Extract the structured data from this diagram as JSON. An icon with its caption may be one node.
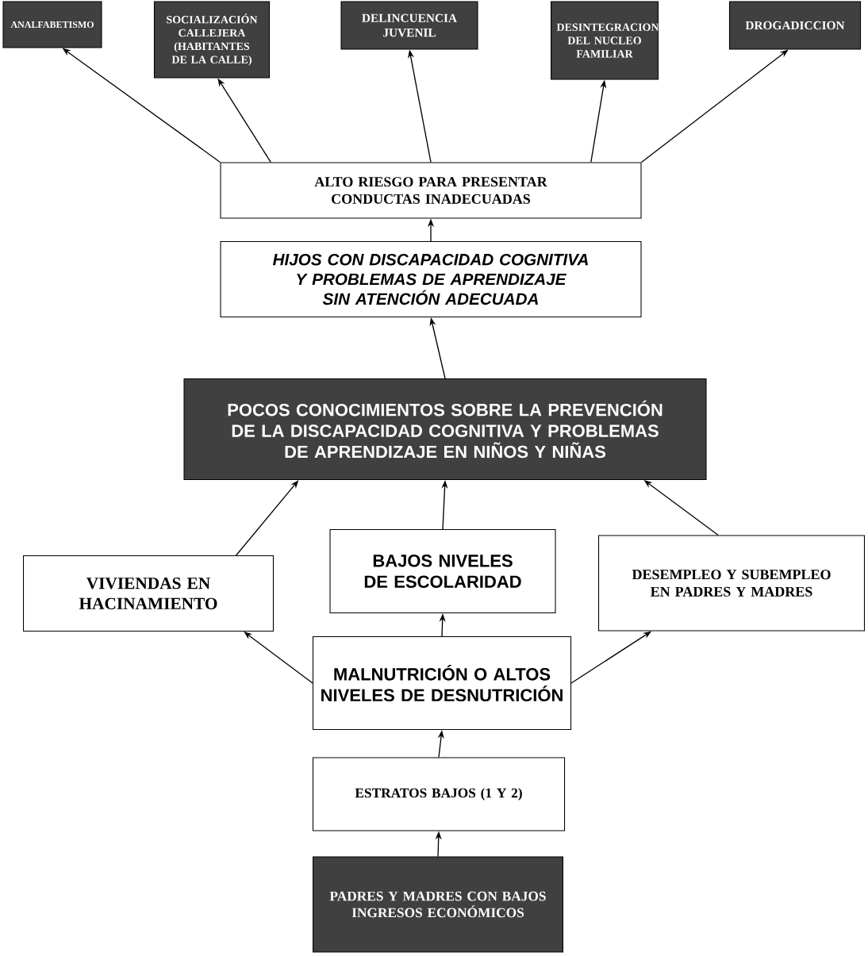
{
  "diagram": {
    "nodes": [
      {
        "text": [
          "ANALFABETISMO"
        ]
      },
      {
        "text": [
          "SOCIALIZACIÓN CALLEJERA (HABITANTES DE LA CALLE)"
        ]
      },
      {
        "text": [
          "DELINCUENCIA JUVENIL"
        ]
      },
      {
        "text": [
          "DESINTEGRACION DEL NUCLEO FAMILIAR"
        ]
      },
      {
        "text": [
          "DROGADICCION"
        ]
      },
      {
        "text": [
          "ALTO RIESGO PARA PRESENTAR CONDUCTAS INADECUADAS"
        ]
      },
      {
        "text": [
          "HIJOS CON DISCAPACIDAD COGNITIVA Y PROBLEMAS DE APRENDIZAJE SIN ATENCIÓN ADECUADA"
        ]
      },
      {
        "text": [
          "POCOS CONOCIMIENTOS SOBRE LA PREVENCIÓN DE LA DISCAPACIDAD COGNITIVA Y PROBLEMAS DE APRENDIZAJE EN NIÑOS Y NIÑAS"
        ]
      },
      {
        "text": [
          "VIVIENDAS EN HACINAMIENTO"
        ]
      },
      {
        "text": [
          "BAJOS NIVELES DE ESCOLARIDAD"
        ]
      },
      {
        "text": [
          "DESEMPLEO Y SUBEMPLEO EN PADRES Y MADRES"
        ]
      },
      {
        "text": [
          "MALNUTRICIÓN O ALTOS NIVELES DE DESNUTRICIÓN"
        ]
      },
      {
        "text": [
          "ESTRATOS BAJOS (1 Y 2)"
        ]
      },
      {
        "text": [
          "PADRES Y MADRES CON BAJOS INGRESOS ECONÓMICOS"
        ]
      }
    ],
    "edges": [
      {
        "from": 13,
        "to": 12,
        "arrow": "to"
      },
      {
        "from": 12,
        "to": 11,
        "arrow": "to"
      },
      {
        "from": 11,
        "to": 8,
        "arrow": "to"
      },
      {
        "from": 11,
        "to": 9,
        "arrow": "to"
      },
      {
        "from": 11,
        "to": 10,
        "arrow": "to"
      },
      {
        "from": 8,
        "to": 7,
        "arrow": "to"
      },
      {
        "from": 9,
        "to": 7,
        "arrow": "to"
      },
      {
        "from": 10,
        "to": 7,
        "arrow": "to"
      },
      {
        "from": 7,
        "to": 6,
        "arrow": "to"
      },
      {
        "from": 6,
        "to": 5,
        "arrow": "to"
      },
      {
        "from": 5,
        "to": 0,
        "arrow": "to"
      },
      {
        "from": 5,
        "to": 1,
        "arrow": "to"
      },
      {
        "from": 5,
        "to": 2,
        "arrow": "to"
      },
      {
        "from": 5,
        "to": 3,
        "arrow": "to"
      },
      {
        "from": 5,
        "to": 4,
        "arrow": "to"
      }
    ]
  }
}
